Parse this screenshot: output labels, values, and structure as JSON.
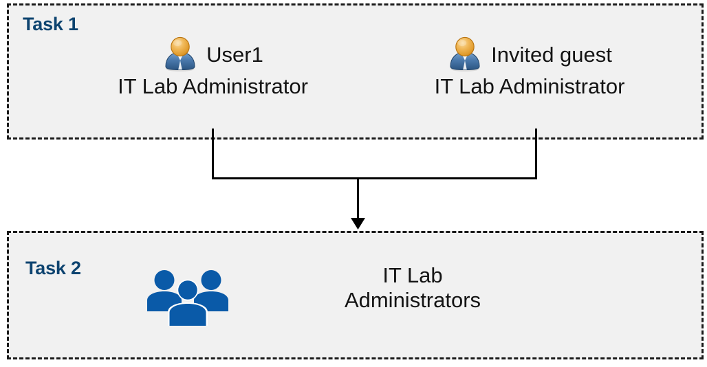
{
  "diagram": {
    "title": "Task 1 and Task 2 group membership diagram",
    "background_color": "#FFFFFF",
    "box_fill_color": "#F1F1F1",
    "box_border_color": "#1A1A1A",
    "task_label_color": "#0E4470",
    "connector_color": "#000000",
    "user_icon_colors": {
      "head_light": "#F6C978",
      "head_mid": "#E9A13A",
      "head_dark": "#C87A18",
      "body_light": "#6E9BC8",
      "body_mid": "#3D6FA6",
      "body_dark": "#2A527E",
      "collar": "#FFFFFF"
    },
    "group_icon_color": "#0A5AA8"
  },
  "task1": {
    "label": "Task 1",
    "members": [
      {
        "icon": "user-icon",
        "name": "User1",
        "role": "IT Lab Administrator"
      },
      {
        "icon": "user-icon",
        "name": "Invited guest",
        "role": "IT Lab Administrator"
      }
    ]
  },
  "task2": {
    "label": "Task 2",
    "group": {
      "icon": "group-icon",
      "name_line1": "IT Lab",
      "name_line2": "Administrators"
    }
  },
  "connector": {
    "description": "Two branches from Task 1 members merge into a single arrow pointing to Task 2",
    "arrow_direction": "down"
  }
}
